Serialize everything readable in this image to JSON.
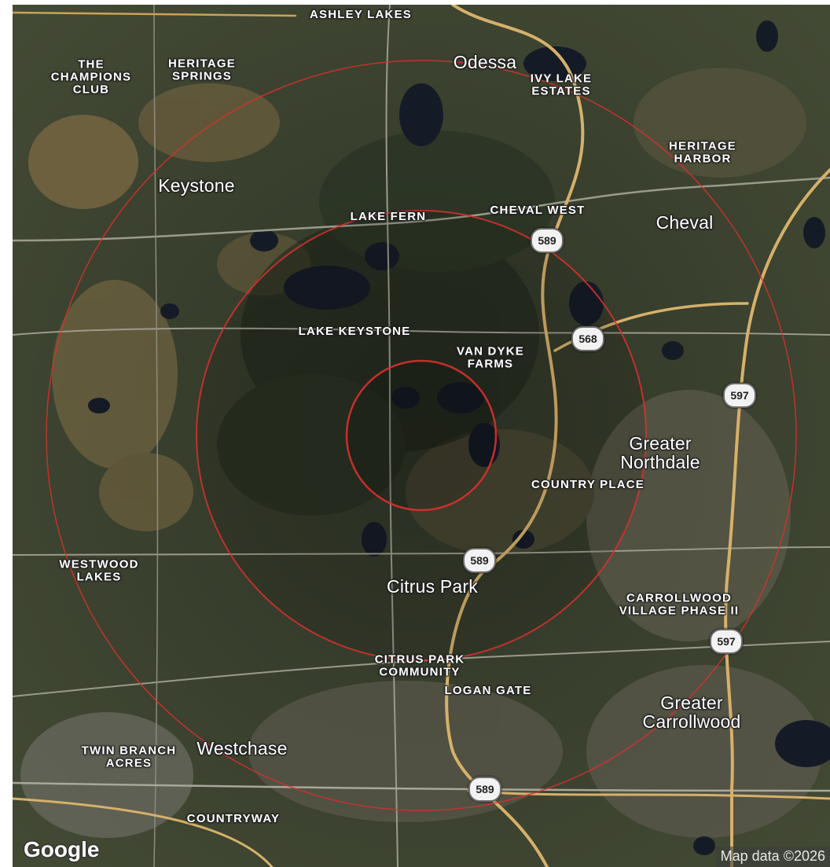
{
  "map": {
    "provider_logo": "Google",
    "attribution": "Map data ©2026",
    "colors": {
      "background": "#3b4330",
      "ring": "#d9302e",
      "road": "#c9a25a",
      "water": "#1a2030"
    },
    "place_labels": [
      {
        "id": "ashley-lakes",
        "text": "ASHLEY LAKES",
        "size": "small"
      },
      {
        "id": "the-champions-club",
        "text": "THE\nCHAMPIONS\nCLUB",
        "size": "small"
      },
      {
        "id": "heritage-springs",
        "text": "HERITAGE\nSPRINGS",
        "size": "small"
      },
      {
        "id": "odessa",
        "text": "Odessa",
        "size": "big"
      },
      {
        "id": "ivy-lake-estates",
        "text": "IVY LAKE\nESTATES",
        "size": "small"
      },
      {
        "id": "heritage-harbor",
        "text": "HERITAGE\nHARBOR",
        "size": "small"
      },
      {
        "id": "keystone",
        "text": "Keystone",
        "size": "big"
      },
      {
        "id": "lake-fern",
        "text": "LAKE FERN",
        "size": "small"
      },
      {
        "id": "cheval-west",
        "text": "CHEVAL WEST",
        "size": "small"
      },
      {
        "id": "cheval",
        "text": "Cheval",
        "size": "big"
      },
      {
        "id": "lake-keystone",
        "text": "LAKE KEYSTONE",
        "size": "small"
      },
      {
        "id": "van-dyke-farms",
        "text": "VAN DYKE\nFARMS",
        "size": "small"
      },
      {
        "id": "greater-northdale",
        "text": "Greater\nNorthdale",
        "size": "big"
      },
      {
        "id": "country-place",
        "text": "COUNTRY PLACE",
        "size": "small"
      },
      {
        "id": "westwood-lakes",
        "text": "WESTWOOD\nLAKES",
        "size": "small"
      },
      {
        "id": "citrus-park",
        "text": "Citrus Park",
        "size": "big"
      },
      {
        "id": "carrollwood-village-phase-ii",
        "text": "CARROLLWOOD\nVILLAGE PHASE II",
        "size": "small"
      },
      {
        "id": "citrus-park-community",
        "text": "CITRUS PARK\nCOMMUNITY",
        "size": "small"
      },
      {
        "id": "logan-gate",
        "text": "LOGAN GATE",
        "size": "small"
      },
      {
        "id": "greater-carrollwood",
        "text": "Greater\nCarrollwood",
        "size": "big"
      },
      {
        "id": "twin-branch-acres",
        "text": "TWIN BRANCH\nACRES",
        "size": "small"
      },
      {
        "id": "westchase",
        "text": "Westchase",
        "size": "big"
      },
      {
        "id": "countryway",
        "text": "COUNTRYWAY",
        "size": "small"
      }
    ],
    "route_shields": [
      {
        "id": "shield-589-north",
        "text": "589"
      },
      {
        "id": "shield-568",
        "text": "568"
      },
      {
        "id": "shield-597-north",
        "text": "597"
      },
      {
        "id": "shield-589-mid",
        "text": "589"
      },
      {
        "id": "shield-597-south",
        "text": "597"
      },
      {
        "id": "shield-589-south",
        "text": "589"
      }
    ]
  }
}
